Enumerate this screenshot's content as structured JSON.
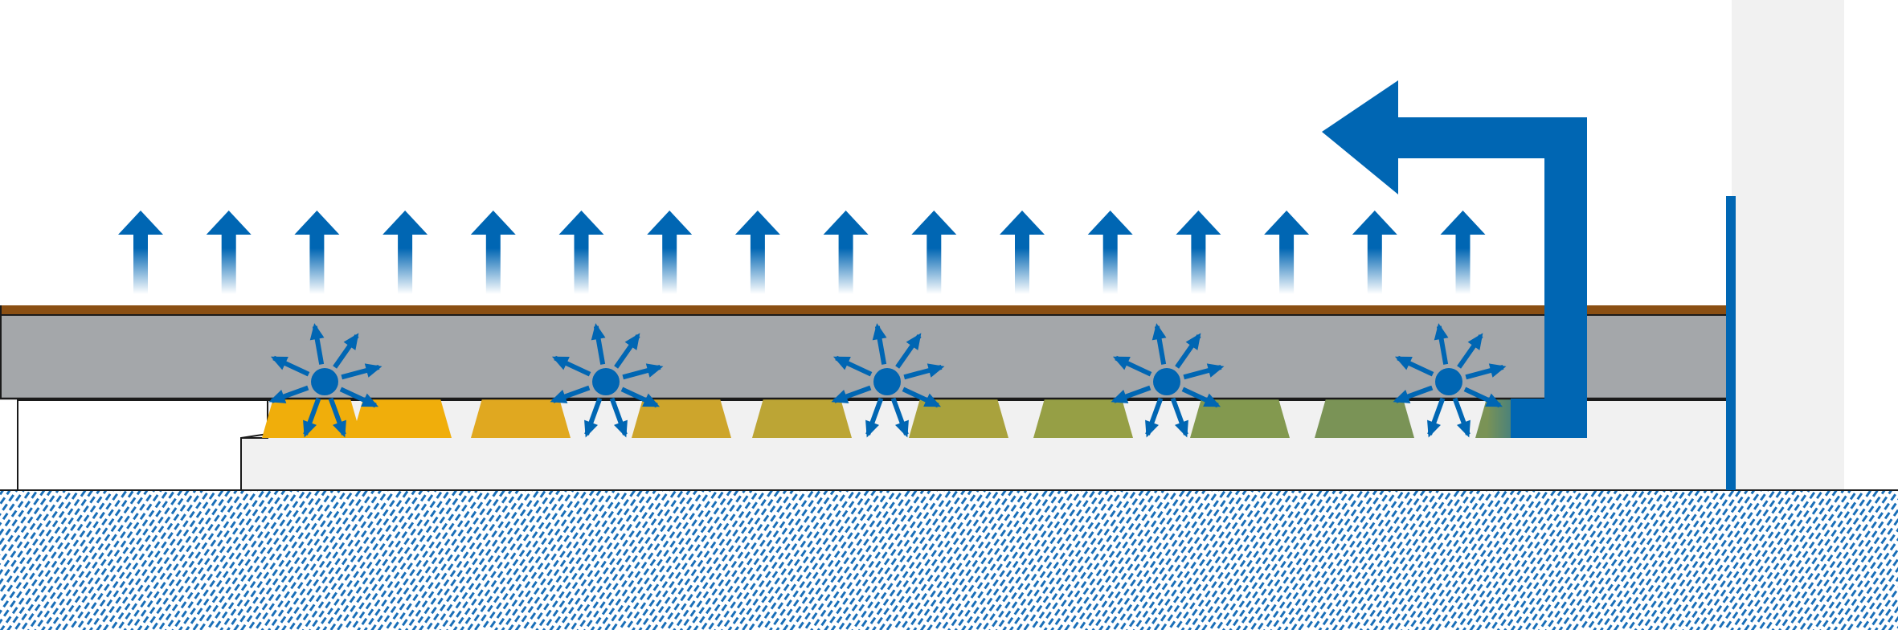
{
  "colors": {
    "background": "#ffffff",
    "wall": "#f1f1f1",
    "subfloor_light": "#f1f1f1",
    "screed": "#a4a7aa",
    "floor_covering": "#8a4f13",
    "outline": "#1a1a1a",
    "accent_blue": "#0066b3",
    "ground_base": "#ffffff",
    "ground_hatch": "#1a6fb8"
  },
  "vapor_arrows": {
    "count": 16
  },
  "dryer_units": {
    "count": 5,
    "spokes_per_unit": 8
  },
  "moisture_pads": {
    "colors": [
      "#f0ae0b",
      "#f0ae0b",
      "#e0a820",
      "#cda52c",
      "#bca535",
      "#a9a23d",
      "#969f45",
      "#83994f",
      "#7a9356",
      "#7a9356",
      "#3a7ca0"
    ]
  },
  "icons": {
    "vapor": "arrow-up-gradient-icon",
    "dryer": "fan-burst-icon",
    "return_flow": "bent-arrow-left-icon"
  }
}
